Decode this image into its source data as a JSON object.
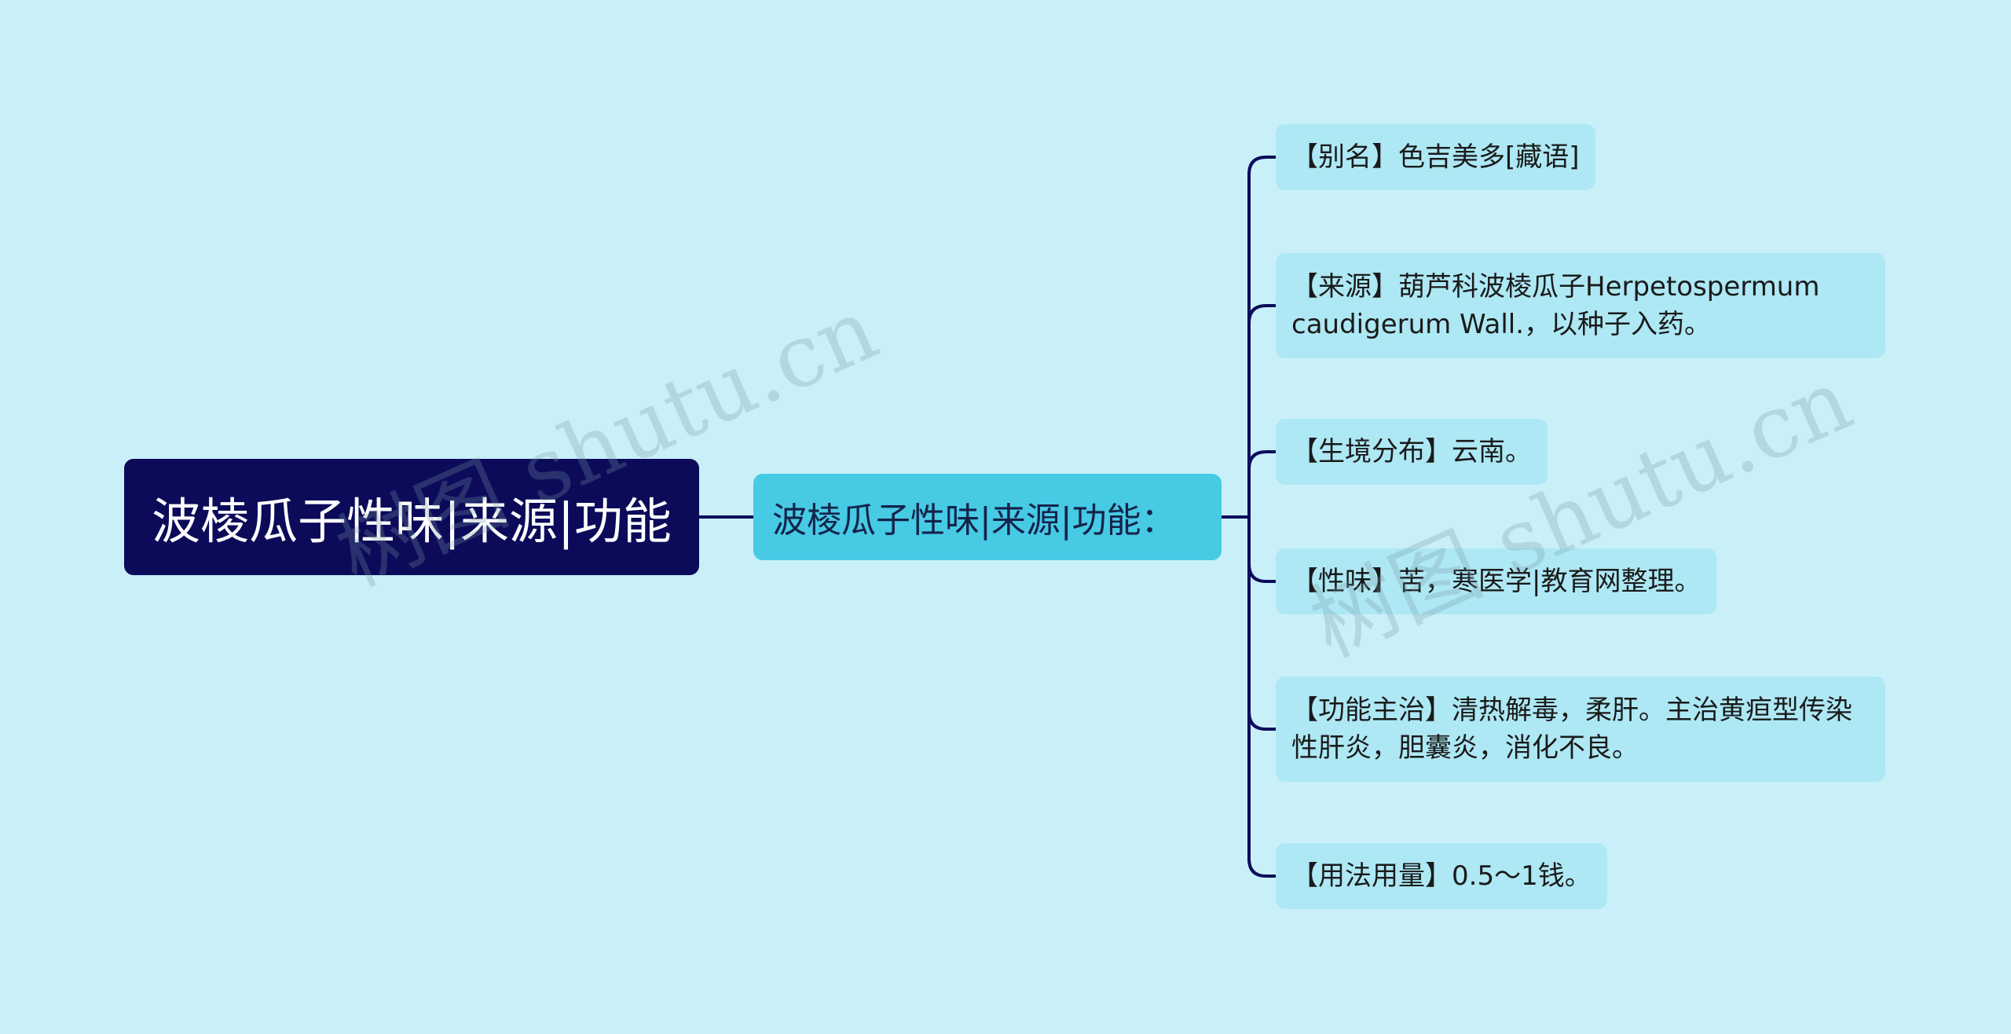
{
  "root": {
    "label": "波棱瓜子性味|来源|功能"
  },
  "branch": {
    "label": "波棱瓜子性味|来源|功能："
  },
  "leaves": [
    {
      "label": "【别名】色吉美多[藏语]"
    },
    {
      "label": "【来源】葫芦科波棱瓜子Herpetospermum caudigerum Wall.，以种子入药。"
    },
    {
      "label": "【生境分布】云南。"
    },
    {
      "label": "【性味】苦，寒医学|教育网整理。"
    },
    {
      "label": "【功能主治】清热解毒，柔肝。主治黄疸型传染性肝炎，胆囊炎，消化不良。"
    },
    {
      "label": "【用法用量】0.5～1钱。"
    }
  ],
  "watermark": {
    "text": "树图 shutu.cn"
  },
  "colors": {
    "background": "#c9f0f8",
    "root_fill": "#0c0b5a",
    "branch_fill": "#47cae4",
    "leaf_fill": "#ade8f4",
    "connector": "#0c0b5a"
  }
}
